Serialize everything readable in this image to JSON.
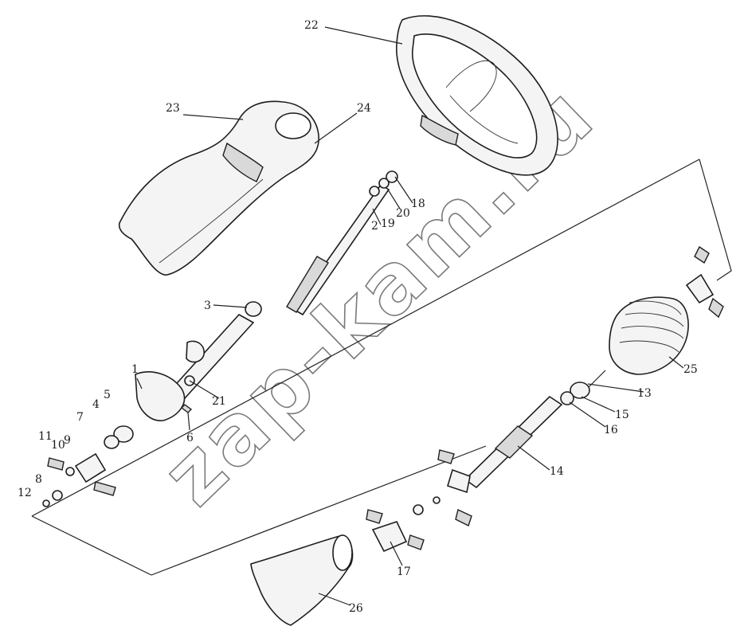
{
  "labels": {
    "l1": "1",
    "l2": "2",
    "l3": "3",
    "l4": "4",
    "l5": "5",
    "l6": "6",
    "l7": "7",
    "l8": "8",
    "l9": "9",
    "l10": "10",
    "l11": "11",
    "l12": "12",
    "l13": "13",
    "l14": "14",
    "l15": "15",
    "l16": "16",
    "l17": "17",
    "l18": "18",
    "l19": "19",
    "l20": "20",
    "l21": "21",
    "l22": "22",
    "l23": "23",
    "l24": "24",
    "l25": "25",
    "l26": "26"
  },
  "watermark": "zap-kam.ru"
}
